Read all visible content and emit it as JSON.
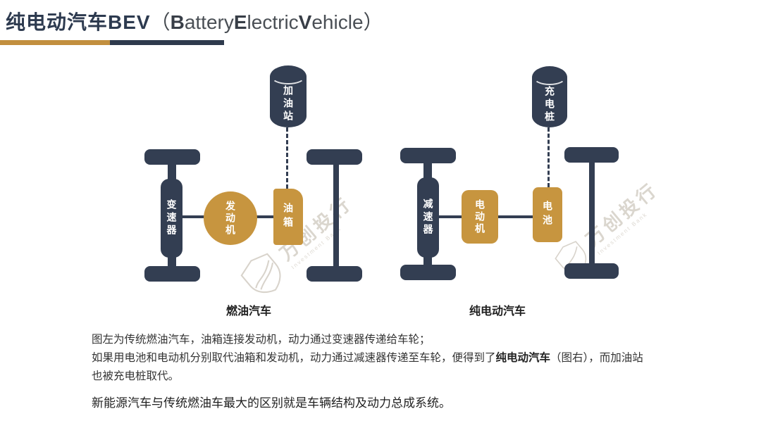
{
  "title": {
    "main": "纯电动汽车BEV",
    "open": "（",
    "b1": "B",
    "r1": "attery",
    "b2": "E",
    "r2": "lectric",
    "b3": "V",
    "r3": "ehicle",
    "close": "）"
  },
  "colors": {
    "navy": "#333e52",
    "gold": "#c7953f",
    "underline_gold": "#c28f3f",
    "underline_navy": "#2e3a4d"
  },
  "fuel_vehicle": {
    "caption": "燃油汽车",
    "station": "加油站",
    "transmission": "变速器",
    "engine": "发动机",
    "tank": "油箱"
  },
  "electric_vehicle": {
    "caption": "纯电动汽车",
    "station": "充电桩",
    "reducer": "减速器",
    "motor": "电动机",
    "battery": "电池"
  },
  "watermark": {
    "zh": "万创投行",
    "en": "Investment Bank"
  },
  "body": {
    "line1": "图左为传统燃油汽车，油箱连接发动机，动力通过变速器传递给车轮；",
    "line2_pre": "如果用电池和电动机分别取代油箱和发动机，动力通过减速器传递至车轮，便得到了",
    "line2_bold": "纯电动汽车",
    "line2_post": "（图右），而加油站",
    "line3": "也被充电桩取代。",
    "conclusion": "新能源汽车与传统燃油车最大的区别就是车辆结构及动力总成系统。"
  }
}
